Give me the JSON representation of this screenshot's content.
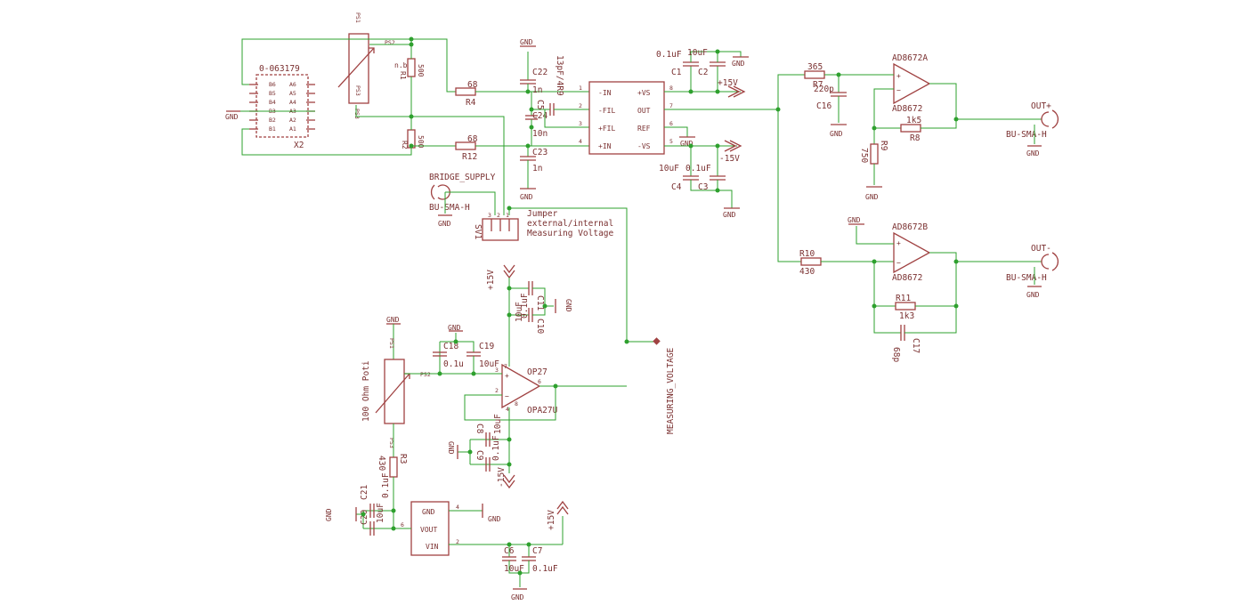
{
  "labels": {
    "x2": "X2",
    "x2_part": "0-063179",
    "x2_pins": [
      "B6",
      "B5",
      "B4",
      "B3",
      "B2",
      "B1",
      "A6",
      "A5",
      "A4",
      "A3",
      "A2",
      "A1"
    ],
    "ps1": "PS1",
    "ps2": "PS2",
    "ps3": "PS3",
    "r1_name": "R1",
    "r1_val": "n.b",
    "r1_val2": "500",
    "r2_name": "R2",
    "r2_val": "500",
    "r4_name": "R4",
    "r4_val": "68",
    "r12_name": "R12",
    "r12_val": "68",
    "c22": "C22",
    "c22_val": "1n",
    "c5": "C5",
    "c5_val": "13pF/4R9",
    "c24": "C24",
    "c24_val": "10n",
    "c23": "C23",
    "c23_val": "1n",
    "gnd": "GND",
    "ina_pins_left": [
      "-IN",
      "-FIL",
      "+FIL",
      "+IN"
    ],
    "ina_pins_right": [
      "+VS",
      "OUT",
      "REF",
      "-VS"
    ],
    "ina_pin_nums_left": [
      "1",
      "2",
      "3",
      "4"
    ],
    "ina_pin_nums_right": [
      "8",
      "7",
      "6",
      "5"
    ],
    "c1": "C1",
    "c1_val": "0.1uF",
    "c2": "C2",
    "c2_val": "10uF",
    "c4": "C4",
    "c4_val": "10uF",
    "c3": "C3",
    "c3_val": "0.1uF",
    "p15v": "+15V",
    "m15v": "-15V",
    "bridge_supply": "BRIDGE_SUPPLY",
    "bu_sma": "BU-SMA-H",
    "sv1": "SV1",
    "sv1_pins": [
      "3",
      "2",
      "1"
    ],
    "jumper_l1": "Jumper",
    "jumper_l2": "external/internal",
    "jumper_l3": "Measuring Voltage",
    "r7_val": "365",
    "r7": "R7",
    "c16_val": "220p",
    "c16": "C16",
    "ad8672a": "AD8672A",
    "ad8672": "AD8672",
    "r8_val": "1k5",
    "r8": "R8",
    "r9": "R9",
    "r9_val": "750",
    "out_plus": "OUT+",
    "out_minus": "OUT-",
    "ad8672b": "AD8672B",
    "r10": "R10",
    "r10_val": "430",
    "r11": "R11",
    "r11_val": "1k3",
    "c17": "C17",
    "c17_val": "68p",
    "c11": "C11",
    "c11_val": "0.1uF",
    "c10": "C10",
    "c10_val": "10uF",
    "c18": "C18",
    "c18_val": "0.1u",
    "c19": "C19",
    "c19_val": "10uF",
    "op27": "OP27",
    "opa27u": "OPA27U",
    "op_pins": [
      "7",
      "3",
      "2",
      "4",
      "6",
      "8"
    ],
    "measuring_voltage": "MEASURING_VOLTAGE",
    "poti": "100 Ohm Poti",
    "c8": "C8",
    "c8_val": "10uF",
    "c9": "C9",
    "c9_val": "0.1uF",
    "r3": "R3",
    "r3_val": "430",
    "c21": "C21",
    "c21_val": "0.1uF",
    "c20": "C20",
    "c20_val": "10uF",
    "ref_pins": [
      "GND",
      "VOUT",
      "VIN"
    ],
    "ref_pin_nums": [
      "4",
      "6",
      "2"
    ],
    "c6": "C6",
    "c6_val": "10uF",
    "c7": "C7",
    "c7_val": "0.1uF"
  }
}
